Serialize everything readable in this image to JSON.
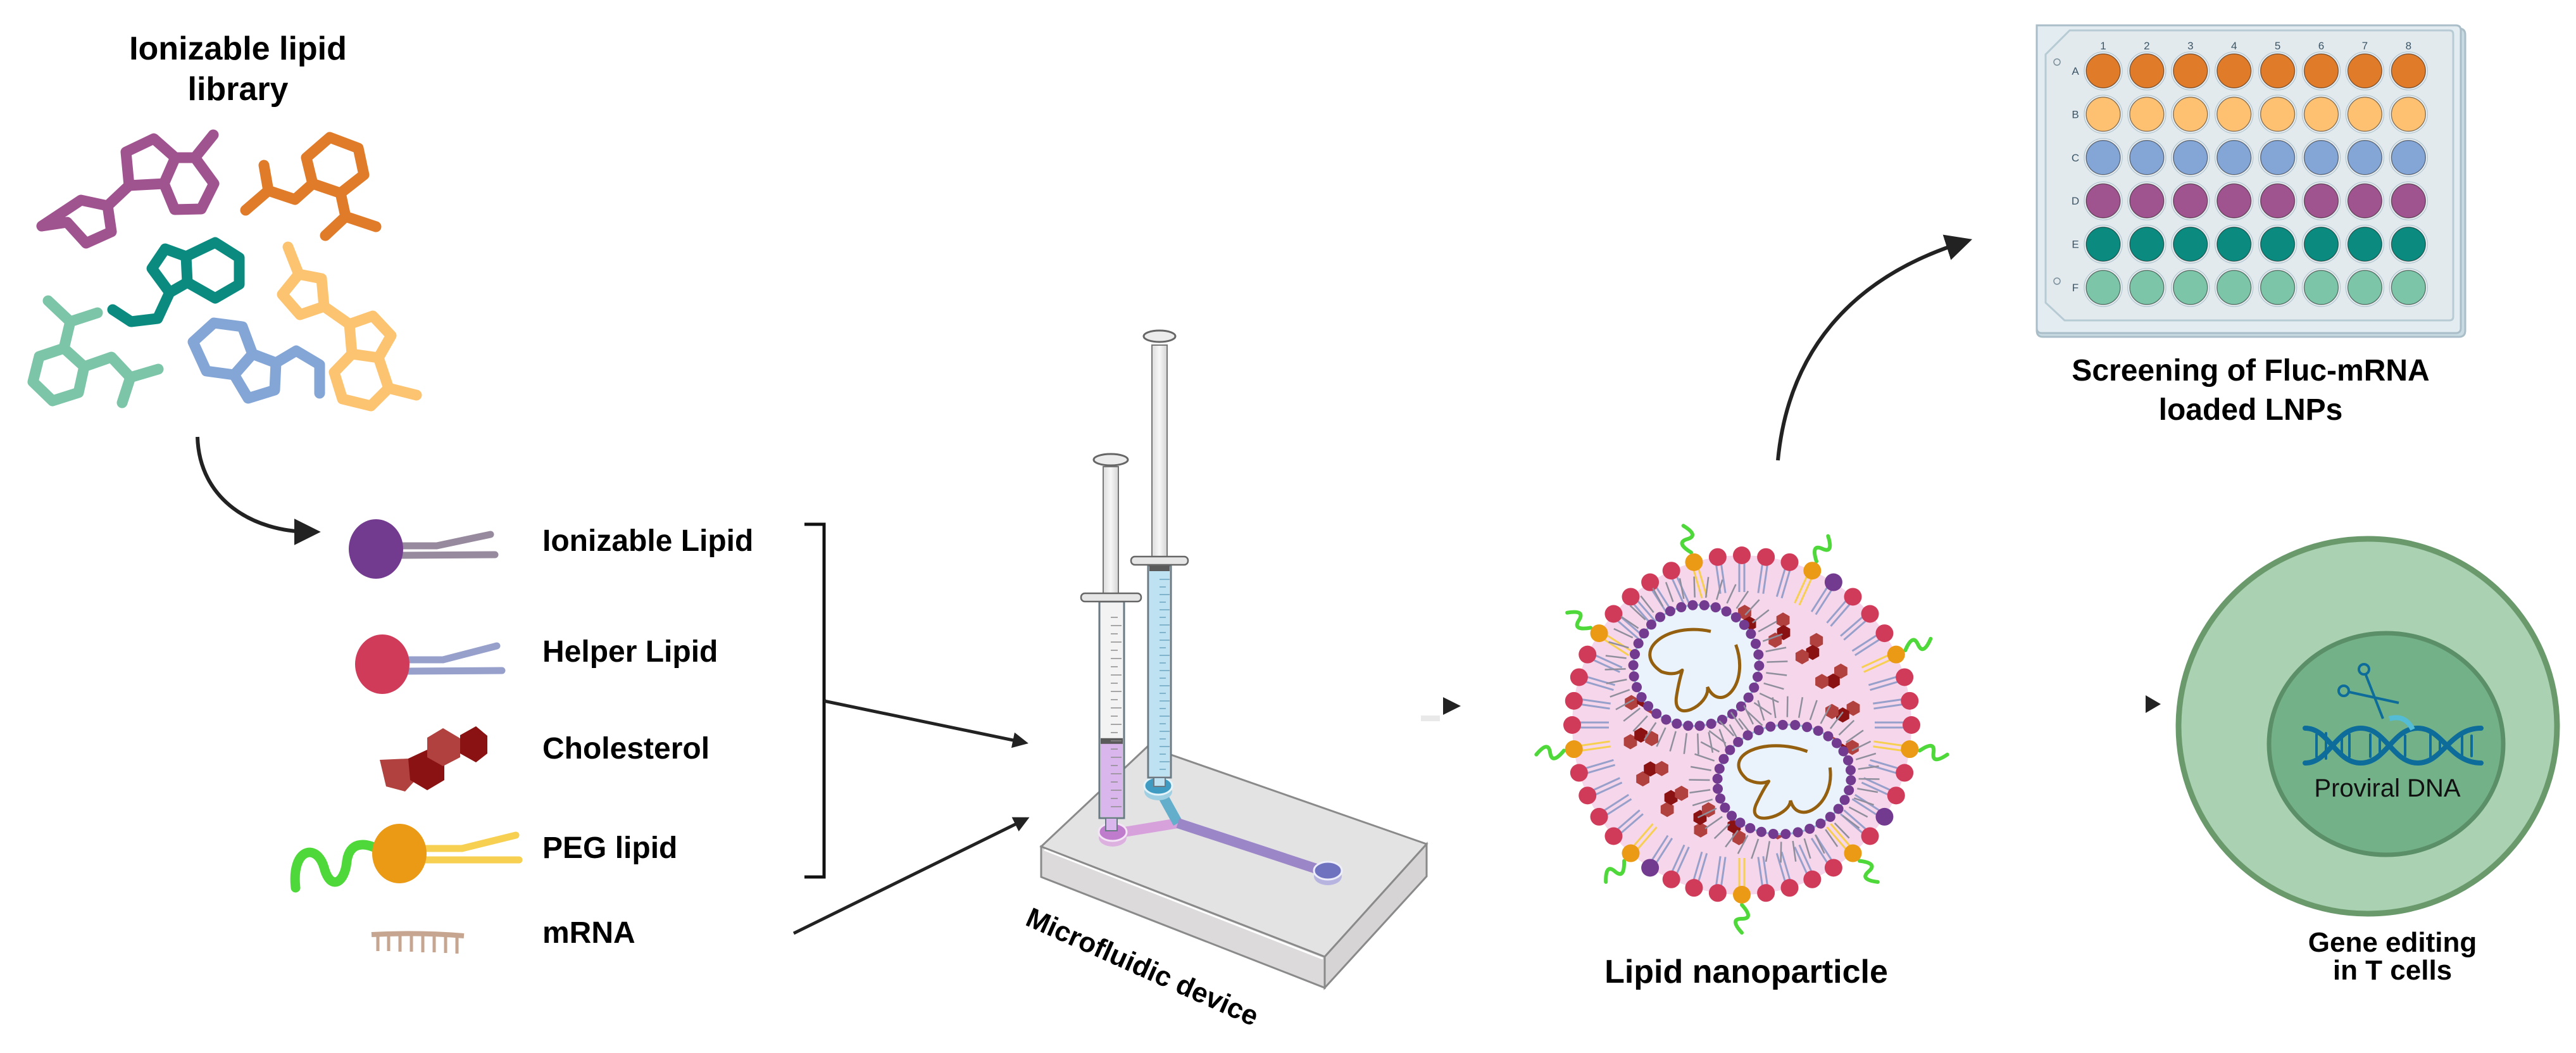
{
  "figure": {
    "library": {
      "title_line1": "Ionizable lipid",
      "title_line2": "library",
      "molecule_colors": [
        "#a0548f",
        "#e07b2a",
        "#0b8b80",
        "#7cc5a9",
        "#84a6d6",
        "#fcc471"
      ]
    },
    "components": [
      {
        "id": "ionizable",
        "label": "Ionizable Lipid",
        "icon": "ionizable-lipid-icon",
        "head_color": "#733b8f",
        "tail_color": "#978a9e"
      },
      {
        "id": "helper",
        "label": "Helper Lipid",
        "icon": "helper-lipid-icon",
        "head_color": "#d03b5a",
        "tail_color": "#96a0cb"
      },
      {
        "id": "cholesterol",
        "label": "Cholesterol",
        "icon": "cholesterol-icon",
        "head_color": "#8b1212",
        "tail_color": "#b0413e"
      },
      {
        "id": "peg",
        "label": "PEG lipid",
        "icon": "peg-lipid-icon",
        "head_color": "#eb9a15",
        "tail_color": "#f7cf51"
      },
      {
        "id": "mrna",
        "label": "mRNA",
        "icon": "mrna-icon",
        "head_color": "#c6a690",
        "tail_color": "#c6a690"
      }
    ],
    "device": {
      "label": "Microfluidic device",
      "syringe_left_fill": 0.35,
      "syringe_right_fill": 1.0,
      "left_fluid_color": "#d9b6ec",
      "right_fluid_color": "#bfe2f2"
    },
    "nanoparticle": {
      "label": "Lipid nanoparticle",
      "shell_color": "#f6d6ea",
      "peg_color": "#4fd83a"
    },
    "screening": {
      "label_line1": "Screening of Fluc-mRNA",
      "label_line2": "loaded LNPs",
      "plate": {
        "columns": [
          "1",
          "2",
          "3",
          "4",
          "5",
          "6",
          "7",
          "8"
        ],
        "rows": [
          {
            "label": "A",
            "color": "#e07b2a"
          },
          {
            "label": "B",
            "color": "#fec171"
          },
          {
            "label": "C",
            "color": "#84a6d6"
          },
          {
            "label": "D",
            "color": "#a0548f"
          },
          {
            "label": "E",
            "color": "#0b8b80"
          },
          {
            "label": "F",
            "color": "#7cc5a9"
          }
        ]
      }
    },
    "tcell": {
      "nucleus_label": "Proviral DNA",
      "label_line1": "Gene editing",
      "label_line2": "in T cells",
      "cytoplasm_color": "#a9d1b2",
      "nucleus_color": "#73b189",
      "membrane_color": "#6a9a6c",
      "dna_color": "#0d6c9a"
    }
  }
}
